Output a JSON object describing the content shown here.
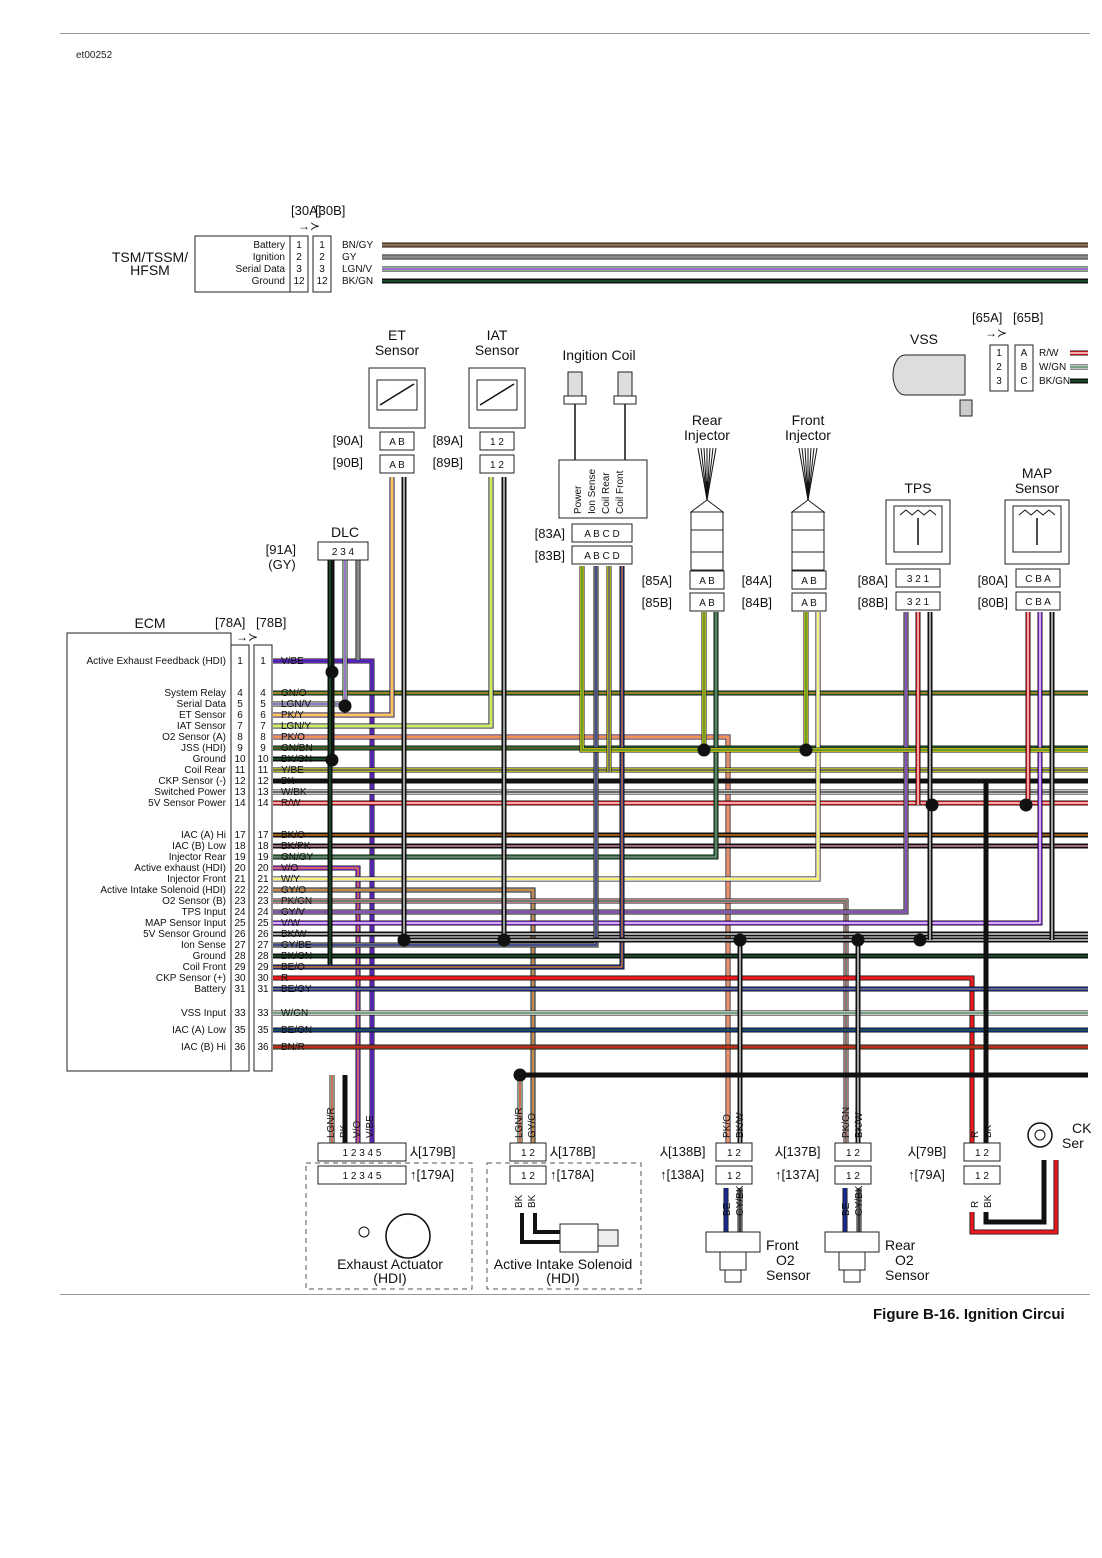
{
  "figure": {
    "ref_code": "et00252",
    "caption": "Figure B-16. Ignition Circui"
  },
  "colors": {
    "BK": "#111111",
    "R": "#e8191f",
    "Y": "#f2ea1c",
    "GN": "#1e6b33",
    "LGN": "#b9e3b5",
    "GY": "#8a8a8a",
    "W": "#ffffff",
    "BE": "#1b2a8f",
    "V": "#8a2be2",
    "O": "#f08a1a",
    "PK": "#f1a1b8",
    "BN": "#7a4a1e"
  },
  "tsm": {
    "name": "TSM/TSSM/ HFSM",
    "connectors": [
      "[30A]",
      "[30B]"
    ],
    "pins": [
      {
        "label": "Battery",
        "pin": "1",
        "wire": "BN/GY"
      },
      {
        "label": "Ignition",
        "pin": "2",
        "wire": "GY"
      },
      {
        "label": "Serial Data",
        "pin": "3",
        "wire": "LGN/V"
      },
      {
        "label": "Ground",
        "pin": "12",
        "wire": "BK/GN"
      }
    ]
  },
  "vss": {
    "name": "VSS",
    "connectors": [
      "[65A]",
      "[65B]"
    ],
    "pins": [
      {
        "a": "1",
        "b": "A",
        "wire": "R/W"
      },
      {
        "a": "2",
        "b": "B",
        "wire": "W/GN"
      },
      {
        "a": "3",
        "b": "C",
        "wire": "BK/GN"
      }
    ]
  },
  "sensors": {
    "et": {
      "name": "ET Sensor",
      "a": "[90A]",
      "b": "[90B]",
      "pins": "A B",
      "wires": [
        "PK/Y",
        "BK/W"
      ]
    },
    "iat": {
      "name": "IAT Sensor",
      "a": "[89A]",
      "b": "[89B]",
      "pins": "1 2",
      "wires": [
        "LGN/Y",
        "BK/W"
      ]
    },
    "coil": {
      "name": "Ingition Coil",
      "a": "[83A]",
      "b": "[83B]",
      "pins": "A B C D",
      "funcs": [
        "Power",
        "Ion Sense",
        "Coil Rear",
        "Coil Front"
      ],
      "wires": [
        "Y/GN",
        "GY/BE",
        "Y/BE",
        "BE/O"
      ]
    },
    "rear_inj": {
      "name": "Rear Injector",
      "a": "[85A]",
      "b": "[85B]",
      "pins": "A B",
      "wires": [
        "Y/GN",
        "GN/GY"
      ]
    },
    "front_inj": {
      "name": "Front Injector",
      "a": "[84A]",
      "b": "[84B]",
      "pins": "A B",
      "wires": [
        "Y/GN",
        "W/Y"
      ]
    },
    "tps": {
      "name": "TPS",
      "a": "[88A]",
      "b": "[88B]",
      "pins": "3 2 1",
      "wires": [
        "GY/V",
        "BK/W",
        "R/W"
      ]
    },
    "map": {
      "name": "MAP Sensor",
      "a": "[80A]",
      "b": "[80B]",
      "pins": "C B A",
      "wires": [
        "R/W",
        "V/W",
        "BK/W"
      ]
    },
    "dlc": {
      "name": "DLC",
      "a": "[91A]",
      "sub": "(GY)",
      "pins": "2 3 4",
      "wires": [
        "BK/GN",
        "LGN/V",
        "GY"
      ]
    }
  },
  "ecm": {
    "name": "ECM",
    "connectors": [
      "[78A]",
      "[78B]"
    ],
    "pins": [
      {
        "label": "Active Exhaust Feedback (HDI)",
        "pin": "1",
        "wire": "V/BE"
      },
      {
        "label": "System Relay",
        "pin": "4",
        "wire": "GN/O"
      },
      {
        "label": "Serial Data",
        "pin": "5",
        "wire": "LGN/V"
      },
      {
        "label": "ET Sensor",
        "pin": "6",
        "wire": "PK/Y"
      },
      {
        "label": "IAT Sensor",
        "pin": "7",
        "wire": "LGN/Y"
      },
      {
        "label": "O2 Sensor (A)",
        "pin": "8",
        "wire": "PK/O"
      },
      {
        "label": "JSS (HDI)",
        "pin": "9",
        "wire": "GN/BN"
      },
      {
        "label": "Ground",
        "pin": "10",
        "wire": "BK/GN"
      },
      {
        "label": "Coil Rear",
        "pin": "11",
        "wire": "Y/BE"
      },
      {
        "label": "CKP Sensor (-)",
        "pin": "12",
        "wire": "BK"
      },
      {
        "label": "Switched Power",
        "pin": "13",
        "wire": "W/BK"
      },
      {
        "label": "5V Sensor Power",
        "pin": "14",
        "wire": "R/W"
      },
      {
        "label": "IAC (A) Hi",
        "pin": "17",
        "wire": "BK/O"
      },
      {
        "label": "IAC (B) Low",
        "pin": "18",
        "wire": "BK/PK"
      },
      {
        "label": "Injector Rear",
        "pin": "19",
        "wire": "GN/GY"
      },
      {
        "label": "Active exhaust (HDI)",
        "pin": "20",
        "wire": "V/O"
      },
      {
        "label": "Injector Front",
        "pin": "21",
        "wire": "W/Y"
      },
      {
        "label": "Active Intake Solenoid (HDI)",
        "pin": "22",
        "wire": "GY/O"
      },
      {
        "label": "O2 Sensor (B)",
        "pin": "23",
        "wire": "PK/GN"
      },
      {
        "label": "TPS Input",
        "pin": "24",
        "wire": "GY/V"
      },
      {
        "label": "MAP Sensor Input",
        "pin": "25",
        "wire": "V/W"
      },
      {
        "label": "5V Sensor Ground",
        "pin": "26",
        "wire": "BK/W"
      },
      {
        "label": "Ion Sense",
        "pin": "27",
        "wire": "GY/BE"
      },
      {
        "label": "Ground",
        "pin": "28",
        "wire": "BK/GN"
      },
      {
        "label": "Coil Front",
        "pin": "29",
        "wire": "BE/O"
      },
      {
        "label": "CKP Sensor (+)",
        "pin": "30",
        "wire": "R"
      },
      {
        "label": "Battery",
        "pin": "31",
        "wire": "BE/GY"
      },
      {
        "label": "VSS Input",
        "pin": "33",
        "wire": "W/GN"
      },
      {
        "label": "IAC (A) Low",
        "pin": "35",
        "wire": "BE/GN"
      },
      {
        "label": "IAC (B) Hi",
        "pin": "36",
        "wire": "BN/R"
      }
    ]
  },
  "bottom": {
    "exhaust": {
      "name": "Exhaust Actuator",
      "sub": "(HDI)",
      "b": "[179B]",
      "a": "[179A]",
      "pins": "1 2 3 4 5",
      "wires": [
        "LGN/R",
        "BK",
        "V/O",
        "V/BE"
      ]
    },
    "intake": {
      "name": "Active Intake Solenoid",
      "sub": "(HDI)",
      "b": "[178B]",
      "a": "[178A]",
      "pins": "1 2",
      "wires": [
        "LGN/R",
        "GY/O"
      ],
      "lower": [
        "BK",
        "BK"
      ]
    },
    "front_o2": {
      "name": "Front",
      "name2": "O2",
      "name3": "Sensor",
      "b": "[138B]",
      "a": "[138A]",
      "pins": "1 2",
      "wires": [
        "PK/O",
        "BK/W"
      ],
      "lower": [
        "BE",
        "GY/BK"
      ]
    },
    "rear_o2": {
      "name": "Rear",
      "name2": "O2",
      "name3": "Sensor",
      "b": "[137B]",
      "a": "[137A]",
      "pins": "1 2",
      "wires": [
        "PK/GN",
        "BK/W"
      ],
      "lower": [
        "BE",
        "GY/BK"
      ]
    },
    "ckp": {
      "b": "[79B]",
      "a": "[79A]",
      "pins": "1 2",
      "wires": [
        "R",
        "BK"
      ],
      "lower": [
        "R",
        "BK"
      ],
      "name": "CK",
      "name2": "Ser"
    }
  }
}
